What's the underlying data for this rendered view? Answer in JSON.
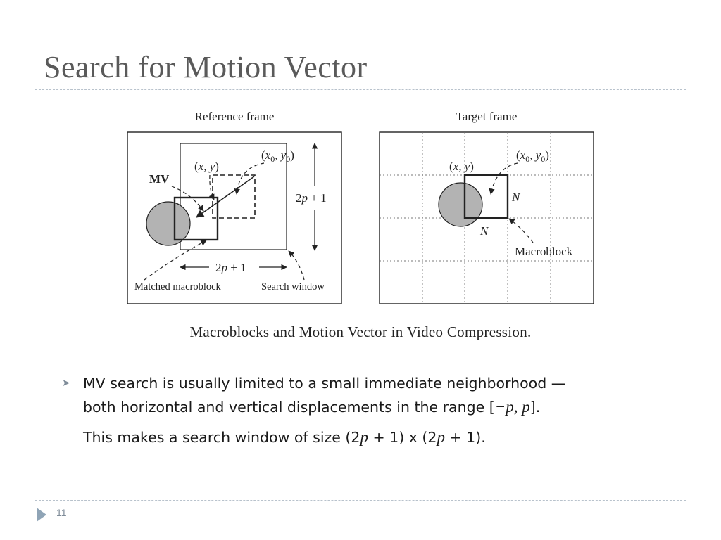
{
  "slide": {
    "title": "Search for Motion Vector",
    "page_number": "11"
  },
  "figure": {
    "reference_frame": {
      "label": "Reference frame",
      "mv_label": "MV",
      "xy_label_pre": "(",
      "xy_x": "x",
      "xy_sep": ", ",
      "xy_y": "y",
      "xy_label_post": ")",
      "x0_label": "x",
      "x0_sub": "0",
      "y0_label": "y",
      "y0_sub": "0",
      "dim_2": "2",
      "dim_p": "p",
      "dim_plus": " + 1",
      "matched_label": "Matched macroblock",
      "search_label": "Search window"
    },
    "target_frame": {
      "label": "Target frame",
      "n_label": "N",
      "macroblock_label": "Macroblock"
    }
  },
  "caption": "Macroblocks and Motion Vector in Video Compression.",
  "bullets": [
    {
      "text_1": "MV search is usually limited to a small immediate neighborhood —",
      "text_2": "both horizontal and vertical displacements in the range [",
      "range_neg": "−p",
      "range_sep": ", ",
      "range_pos": "p",
      "range_close": "]."
    }
  ],
  "sub_paragraph": {
    "pre": "This makes a search window of size (2",
    "p1": "p",
    "mid": " + 1) x (2",
    "p2": "p",
    "post": " + 1)."
  },
  "colors": {
    "title": "#5a5a5a",
    "rule": "#b8c2cc",
    "circle_fill": "#b3b3b3",
    "accent": "#7f8c99"
  }
}
